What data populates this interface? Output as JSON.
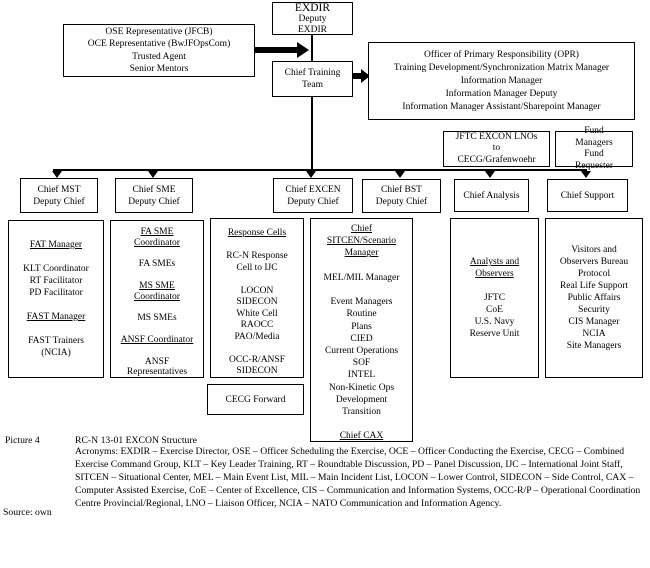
{
  "figure": {
    "label": "Picture 4",
    "title": "RC-N 13-01 EXCON Structure",
    "acronyms_lines": [
      "Acronyms: EXDIR – Exercise Director, OSE – Officer Scheduling the Exercise, OCE – Officer Conducting the Exercise, CECG – Combined",
      "Exercise Command Group, KLT – Key Leader Training, RT – Roundtable Discussion, PD – Panel Discussion, IJC – International Joint Staff,",
      "SITCEN – Situational Center, MEL – Main Event List, MIL – Main Incident List, LOCON – Lower Control, SIDECON – Side Control, CAX –",
      "Computer Assisted Exercise, CoE – Center of Excellence, CIS – Communication and Information Systems, OCC-R/P – Operational Coordination",
      "Centre Provincial/Regional, LNO – Liaison Officer, NCIA – NATO Communication and Information Agency."
    ],
    "source": "Source: own"
  },
  "colors": {
    "line": "#000000",
    "text": "#000000",
    "background": "#ffffff"
  },
  "boxes": {
    "ose": [
      {
        "t": "OSE Representative (JFCB)"
      },
      {
        "t": "OCE Representative (BwJFOpsCom)"
      },
      {
        "t": "Trusted Agent"
      },
      {
        "t": "Senior Mentors"
      }
    ],
    "exdir": [
      {
        "t": "EXDIR",
        "big": true
      },
      {
        "t": "Deputy"
      },
      {
        "t": "EXDIR"
      }
    ],
    "ctt": [
      {
        "t": "Chief Training"
      },
      {
        "t": "Team"
      }
    ],
    "opr": [
      {
        "t": "Officer of Primary Responsibility (OPR)"
      },
      {
        "t": "Training Development/Synchronization Matrix Manager"
      },
      {
        "t": "Information Manager"
      },
      {
        "t": "Information Manager Deputy"
      },
      {
        "t": "Information Manager Assistant/Sharepoint Manager"
      }
    ],
    "jftc": [
      {
        "t": "JFTC EXCON LNOs"
      },
      {
        "t": "to"
      },
      {
        "t": "CECG/Grafenwoehr"
      }
    ],
    "fund": [
      {
        "t": "Fund"
      },
      {
        "t": "Managers"
      },
      {
        "t": "Fund"
      },
      {
        "t": "Requester"
      }
    ],
    "mst": [
      {
        "t": "Chief MST"
      },
      {
        "t": "Deputy Chief"
      }
    ],
    "sme": [
      {
        "t": "Chief SME"
      },
      {
        "t": "Deputy Chief"
      }
    ],
    "excen": [
      {
        "t": "Chief EXCEN"
      },
      {
        "t": "Deputy Chief"
      }
    ],
    "bst": [
      {
        "t": "Chief BST"
      },
      {
        "t": "Deputy Chief"
      }
    ],
    "analysis": [
      {
        "t": "Chief Analysis"
      }
    ],
    "support": [
      {
        "t": "Chief Support"
      }
    ],
    "fat": [
      {
        "t": "FAT Manager",
        "u": true
      },
      {
        "t": ""
      },
      {
        "t": "KLT Coordinator"
      },
      {
        "t": "RT Facilitator"
      },
      {
        "t": "PD Facilitator"
      },
      {
        "t": ""
      },
      {
        "t": "FAST Manager",
        "u": true
      },
      {
        "t": ""
      },
      {
        "t": "FAST Trainers"
      },
      {
        "t": "(NCIA)"
      }
    ],
    "fa_sme": [
      {
        "t": "FA SME",
        "u": true
      },
      {
        "t": "Coordinator",
        "u": true
      },
      {
        "t": ""
      },
      {
        "t": "FA SMEs"
      },
      {
        "t": ""
      },
      {
        "t": "MS SME",
        "u": true
      },
      {
        "t": "Coordinator",
        "u": true
      },
      {
        "t": ""
      },
      {
        "t": "MS SMEs"
      },
      {
        "t": ""
      },
      {
        "t": "ANSF Coordinator",
        "u": true
      },
      {
        "t": ""
      },
      {
        "t": "ANSF"
      },
      {
        "t": "Representatives"
      }
    ],
    "response": [
      {
        "t": "Response Cells",
        "u": true
      },
      {
        "t": ""
      },
      {
        "t": "RC-N Response"
      },
      {
        "t": "Cell to IJC"
      },
      {
        "t": ""
      },
      {
        "t": "LOCON"
      },
      {
        "t": "SIDECON"
      },
      {
        "t": "White Cell"
      },
      {
        "t": "RAOCC"
      },
      {
        "t": "PAO/Media"
      },
      {
        "t": ""
      },
      {
        "t": "OCC-R/ANSF"
      },
      {
        "t": "SIDECON"
      }
    ],
    "sitcen": [
      {
        "t": "Chief",
        "u": true
      },
      {
        "t": "SITCEN/Scenario",
        "u": true
      },
      {
        "t": "Manager",
        "u": true
      },
      {
        "t": ""
      },
      {
        "t": "MEL/MIL Manager"
      },
      {
        "t": ""
      },
      {
        "t": "Event Managers"
      },
      {
        "t": "Routine"
      },
      {
        "t": "Plans"
      },
      {
        "t": "CIED"
      },
      {
        "t": "Current Operations"
      },
      {
        "t": "SOF"
      },
      {
        "t": "INTEL"
      },
      {
        "t": "Non-Kinetic Ops"
      },
      {
        "t": "Development"
      },
      {
        "t": "Transition"
      },
      {
        "t": ""
      },
      {
        "t": "Chief CAX",
        "u": true
      }
    ],
    "analysts": [
      {
        "t": "Analysts and",
        "u": true
      },
      {
        "t": "Observers",
        "u": true
      },
      {
        "t": ""
      },
      {
        "t": "JFTC"
      },
      {
        "t": "CoE"
      },
      {
        "t": "U.S. Navy"
      },
      {
        "t": "Reserve Unit"
      }
    ],
    "visitors": [
      {
        "t": "Visitors and"
      },
      {
        "t": "Observers Bureau"
      },
      {
        "t": "Protocol"
      },
      {
        "t": "Real Life Support"
      },
      {
        "t": "Public Affairs"
      },
      {
        "t": "Security"
      },
      {
        "t": "CIS Manager"
      },
      {
        "t": "NCIA"
      },
      {
        "t": "Site Managers"
      }
    ],
    "cecg": [
      {
        "t": "CECG Forward"
      }
    ]
  }
}
